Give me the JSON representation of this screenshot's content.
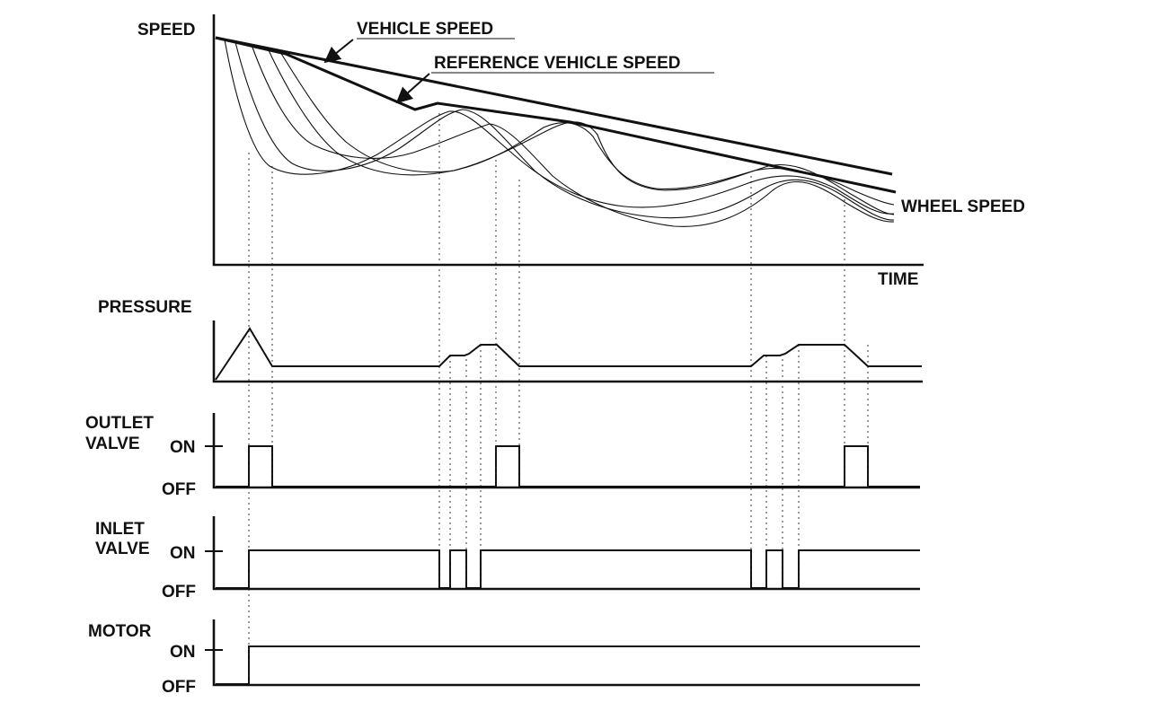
{
  "labels": {
    "speed": "SPEED",
    "time": "TIME",
    "vehicle_speed": "VEHICLE SPEED",
    "reference_vehicle_speed": "REFERENCE VEHICLE SPEED",
    "wheel_speed": "WHEEL SPEED",
    "pressure": "PRESSURE",
    "outlet_valve_line1": "OUTLET",
    "outlet_valve_line2": "VALVE",
    "inlet_valve_line1": "INLET",
    "inlet_valve_line2": "VALVE",
    "motor": "MOTOR",
    "on": "ON",
    "off": "OFF"
  },
  "icons": [
    "arrow-icon"
  ]
}
